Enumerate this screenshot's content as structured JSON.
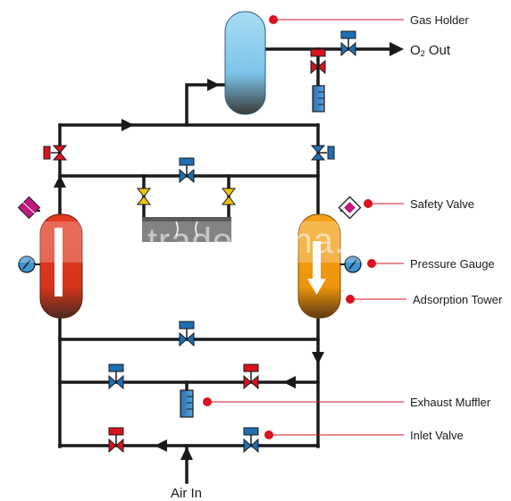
{
  "diagram": {
    "labels": {
      "gas_holder": "Gas Holder",
      "o2_out_prefix": "O",
      "o2_out_sub": "2",
      "o2_out_suffix": " Out",
      "safety_valve": "Safety Valve",
      "pressure_gauge": "Pressure Gauge",
      "adsorption_tower": "Adsorption Tower",
      "exhaust_muffler": "Exhaust Muffler",
      "inlet_valve": "Inlet Valve",
      "air_in": "Air In"
    },
    "watermark": "trade.china.cn",
    "colors": {
      "pipe": "#1a1a1a",
      "callout": "#d7131f",
      "valve_open_blue": "#1f6fb4",
      "valve_closed_red": "#d7131f",
      "valve_yellow": "#f1c40f",
      "gas_holder_fill": "#8fd0ee",
      "left_tower_fill": "#e2341d",
      "right_tower_fill": "#f09a0c",
      "safety_valve": "#c0187d",
      "gauge": "#3d98d3"
    }
  }
}
